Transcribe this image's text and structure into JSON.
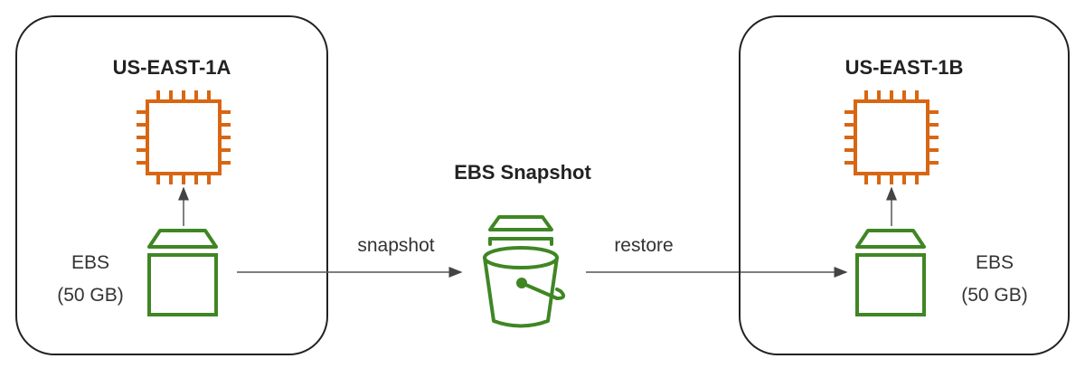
{
  "zones": [
    {
      "title": "US-EAST-1A",
      "volume_label": "EBS",
      "volume_size": "(50 GB)"
    },
    {
      "title": "US-EAST-1B",
      "volume_label": "EBS",
      "volume_size": "(50 GB)"
    }
  ],
  "snapshot": {
    "title": "EBS Snapshot"
  },
  "arrows": {
    "snapshot_label": "snapshot",
    "restore_label": "restore"
  },
  "colors": {
    "ec2": "#d86613",
    "storage": "#3f8624",
    "border": "#222222",
    "arrow": "#555555"
  }
}
